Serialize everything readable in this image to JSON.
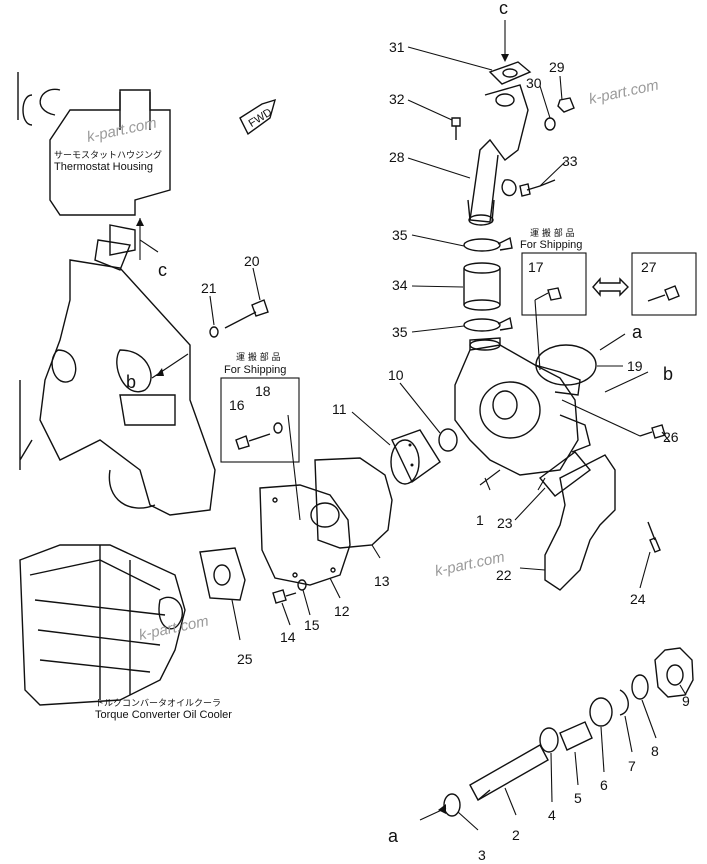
{
  "labels": {
    "thermostat_jp": "サーモスタットハウジング",
    "thermostat_en": "Thermostat Housing",
    "shipping_jp_left": "運 搬 部 品",
    "shipping_en_left": "For Shipping",
    "shipping_jp_right": "運 搬 部 品",
    "shipping_en_right": "For Shipping",
    "oilcooler_jp": "トルクコンバータオイルクーラ",
    "oilcooler_en": "Torque Converter Oil Cooler",
    "fwd": "FWD"
  },
  "letters": {
    "c_top": "c",
    "c_left": "c",
    "b_left": "b",
    "b_right": "b",
    "a_right": "a",
    "a_bottom": "a"
  },
  "watermarks": [
    "k-part.com",
    "k-part.com",
    "k-part.com",
    "k-part.com"
  ],
  "part_numbers": {
    "p1": "1",
    "p2": "2",
    "p3": "3",
    "p4": "4",
    "p5": "5",
    "p6": "6",
    "p7": "7",
    "p8": "8",
    "p9": "9",
    "p10": "10",
    "p11": "11",
    "p12": "12",
    "p13": "13",
    "p14": "14",
    "p15": "15",
    "p16": "16",
    "p17": "17",
    "p18": "18",
    "p19": "19",
    "p20": "20",
    "p21": "21",
    "p22": "22",
    "p23": "23",
    "p24": "24",
    "p25": "25",
    "p26": "26",
    "p27": "27",
    "p28": "28",
    "p29": "29",
    "p30": "30",
    "p31": "31",
    "p32": "32",
    "p33": "33",
    "p34": "34",
    "p35a": "35",
    "p35b": "35"
  }
}
